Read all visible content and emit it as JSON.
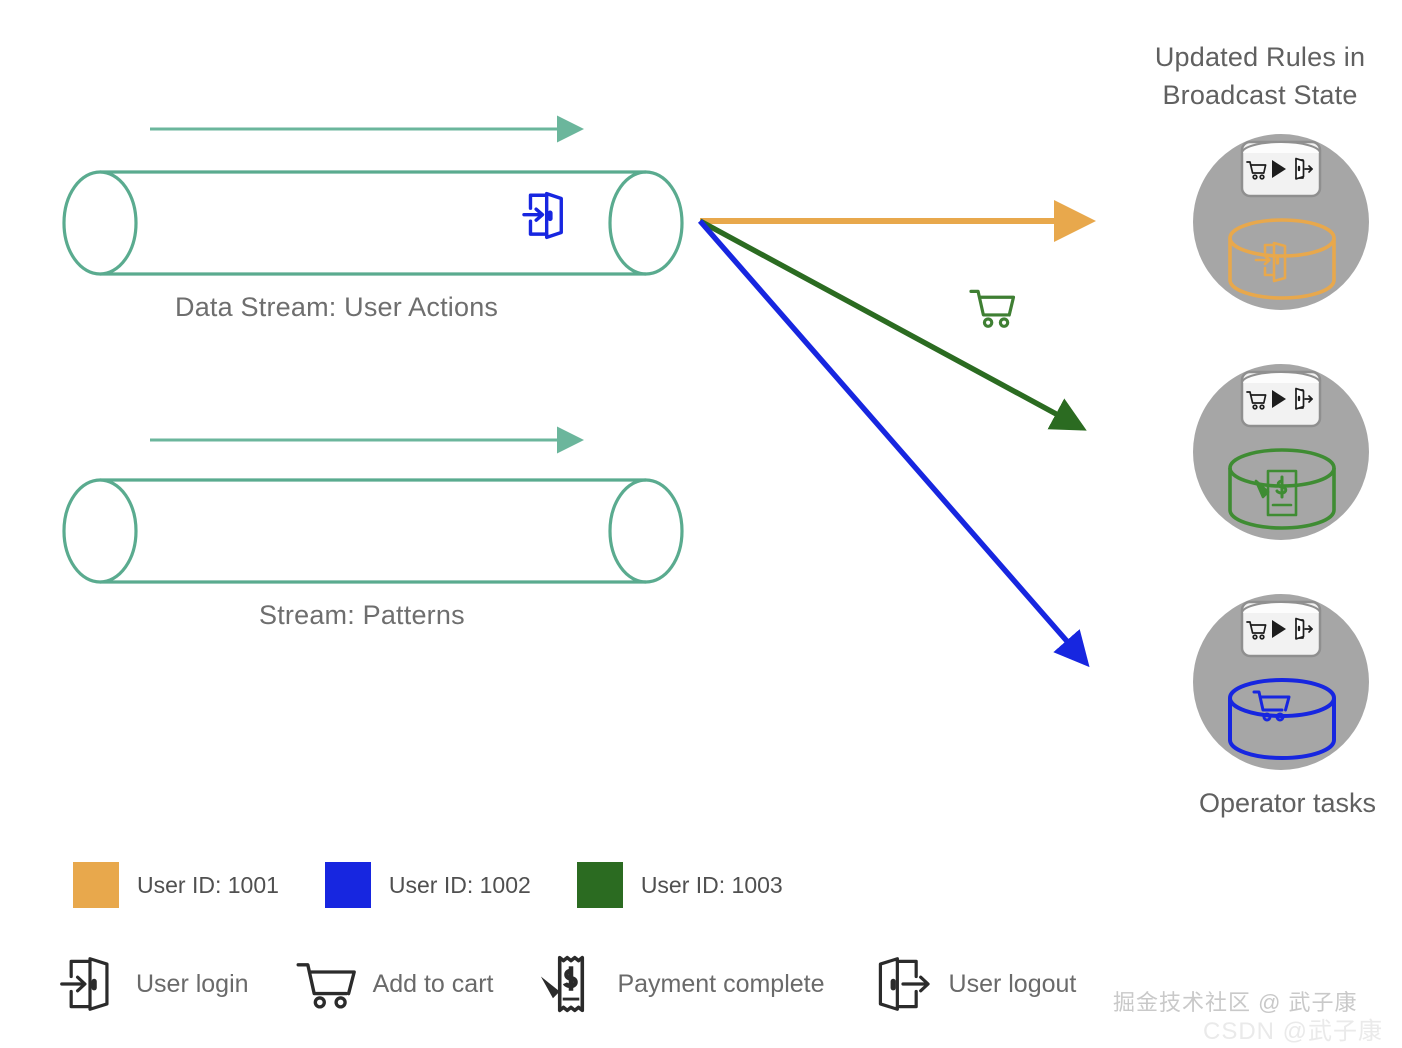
{
  "title": "Updated Rules in Broadcast State",
  "colors": {
    "pipe": "#5aab8f",
    "flow_arrow": "#6bb69c",
    "user_1001": "#e8a84c",
    "user_1002": "#1726e0",
    "user_1003": "#2b6b21",
    "operator_circle": "#a6a6a6",
    "label_text": "#6e6e6e",
    "icon_dark": "#2b2b2b"
  },
  "streams": [
    {
      "label": "Data Stream: User Actions",
      "flow_direction": "left-to-right",
      "inline_icon": "user-login-icon",
      "inline_icon_color": "#1726e0"
    },
    {
      "label": "Stream: Patterns",
      "flow_direction": "left-to-right",
      "inline_icon": null,
      "inline_icon_color": null
    }
  ],
  "middle_icon": {
    "name": "add-to-cart-icon",
    "color": "#2b6b21"
  },
  "routing_arrows": [
    {
      "name": "route-user-1001",
      "color": "#e8a84c",
      "from_label": "stream-split",
      "to_label": "operator-task-1"
    },
    {
      "name": "route-user-1003",
      "color": "#2b6b21",
      "from_label": "stream-split",
      "to_label": "operator-task-2"
    },
    {
      "name": "route-user-1002",
      "color": "#1726e0",
      "from_label": "stream-split",
      "to_label": "operator-task-3"
    }
  ],
  "operator_tasks": {
    "caption": "Operator tasks",
    "nodes": [
      {
        "name": "operator-task-1",
        "rule_badge_icon": "cart-to-logout-rule-icon",
        "state_icon": "user-login-state-icon",
        "state_color": "#e8a84c"
      },
      {
        "name": "operator-task-2",
        "rule_badge_icon": "cart-to-logout-rule-icon",
        "state_icon": "payment-complete-state-icon",
        "state_color": "#2b6b21"
      },
      {
        "name": "operator-task-3",
        "rule_badge_icon": "cart-to-logout-rule-icon",
        "state_icon": "add-to-cart-state-icon",
        "state_color": "#1726e0"
      }
    ]
  },
  "legend_users": [
    {
      "label": "User ID: 1001",
      "color": "#e8a84c"
    },
    {
      "label": "User ID: 1002",
      "color": "#1726e0"
    },
    {
      "label": "User ID: 1003",
      "color": "#2b6b21"
    }
  ],
  "legend_actions": [
    {
      "label": "User login",
      "icon": "user-login-icon"
    },
    {
      "label": "Add to cart",
      "icon": "shopping-cart-icon"
    },
    {
      "label": "Payment complete",
      "icon": "payment-receipt-icon"
    },
    {
      "label": "User logout",
      "icon": "user-logout-icon"
    }
  ],
  "watermark": {
    "primary": "掘金技术社区 @ 武子康",
    "secondary": "CSDN @武子康"
  }
}
